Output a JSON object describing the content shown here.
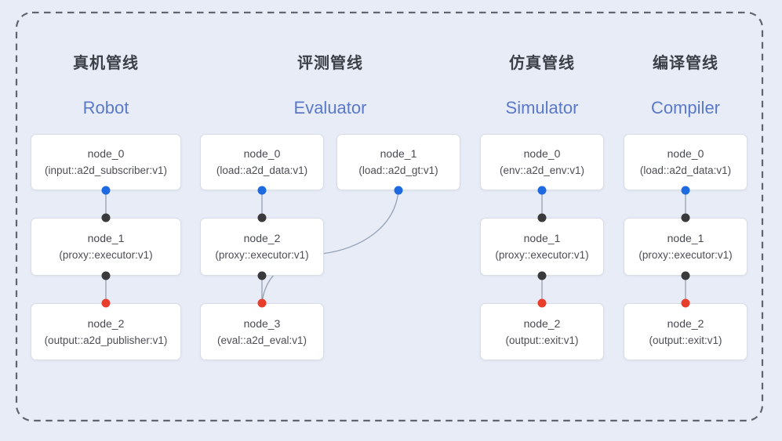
{
  "diagram": {
    "pipelines": [
      {
        "id": "robot",
        "cn_title": "真机管线",
        "en_title": "Robot",
        "nodes": [
          {
            "name": "node_0",
            "type": "(input::a2d_subscriber:v1)"
          },
          {
            "name": "node_1",
            "type": "(proxy::executor:v1)"
          },
          {
            "name": "node_2",
            "type": "(output::a2d_publisher:v1)"
          }
        ]
      },
      {
        "id": "evaluator",
        "cn_title": "评测管线",
        "en_title": "Evaluator",
        "nodes": [
          {
            "name": "node_0",
            "type": "(load::a2d_data:v1)"
          },
          {
            "name": "node_1",
            "type": "(load::a2d_gt:v1)"
          },
          {
            "name": "node_2",
            "type": "(proxy::executor:v1)"
          },
          {
            "name": "node_3",
            "type": "(eval::a2d_eval:v1)"
          }
        ]
      },
      {
        "id": "simulator",
        "cn_title": "仿真管线",
        "en_title": "Simulator",
        "nodes": [
          {
            "name": "node_0",
            "type": "(env::a2d_env:v1)"
          },
          {
            "name": "node_1",
            "type": "(proxy::executor:v1)"
          },
          {
            "name": "node_2",
            "type": "(output::exit:v1)"
          }
        ]
      },
      {
        "id": "compiler",
        "cn_title": "编译管线",
        "en_title": "Compiler",
        "nodes": [
          {
            "name": "node_0",
            "type": "(load::a2d_data:v1)"
          },
          {
            "name": "node_1",
            "type": "(proxy::executor:v1)"
          },
          {
            "name": "node_2",
            "type": "(output::exit:v1)"
          }
        ]
      }
    ],
    "colors": {
      "background": "#e8ecf7",
      "boundary_dash": "#5f646d",
      "edge_line": "#95a0b5",
      "port_source": "#1d6ae1",
      "port_proxy": "#3a3a3c",
      "port_sink": "#e83e2c",
      "en_title_accent": "#5a79c8",
      "cn_title_color": "#3b3f46"
    }
  }
}
